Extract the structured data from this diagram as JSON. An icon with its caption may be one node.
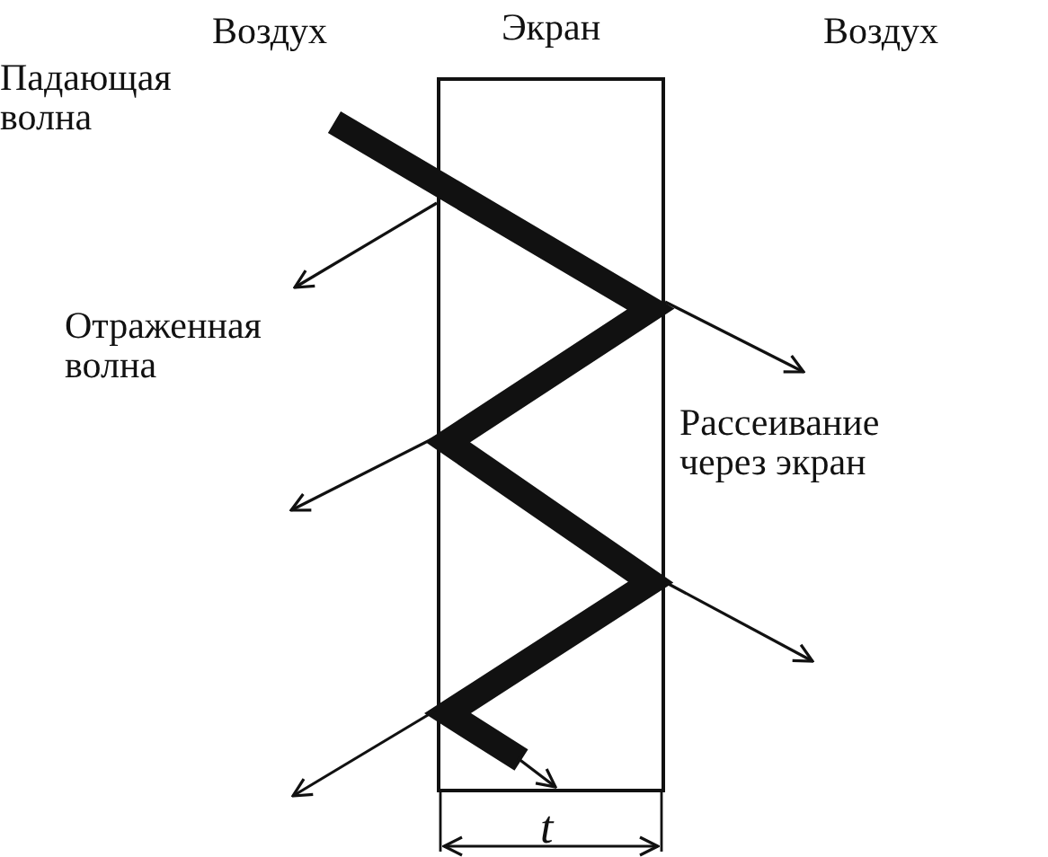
{
  "diagram": {
    "nodes": [
      {
        "text": [
          "Экран"
        ],
        "beside": [
          "t"
        ]
      }
    ],
    "labels": [
      "Воздух",
      "Воздух",
      "Падающая волна",
      "Отраженная волна",
      "Рассеивание через экран"
    ]
  }
}
